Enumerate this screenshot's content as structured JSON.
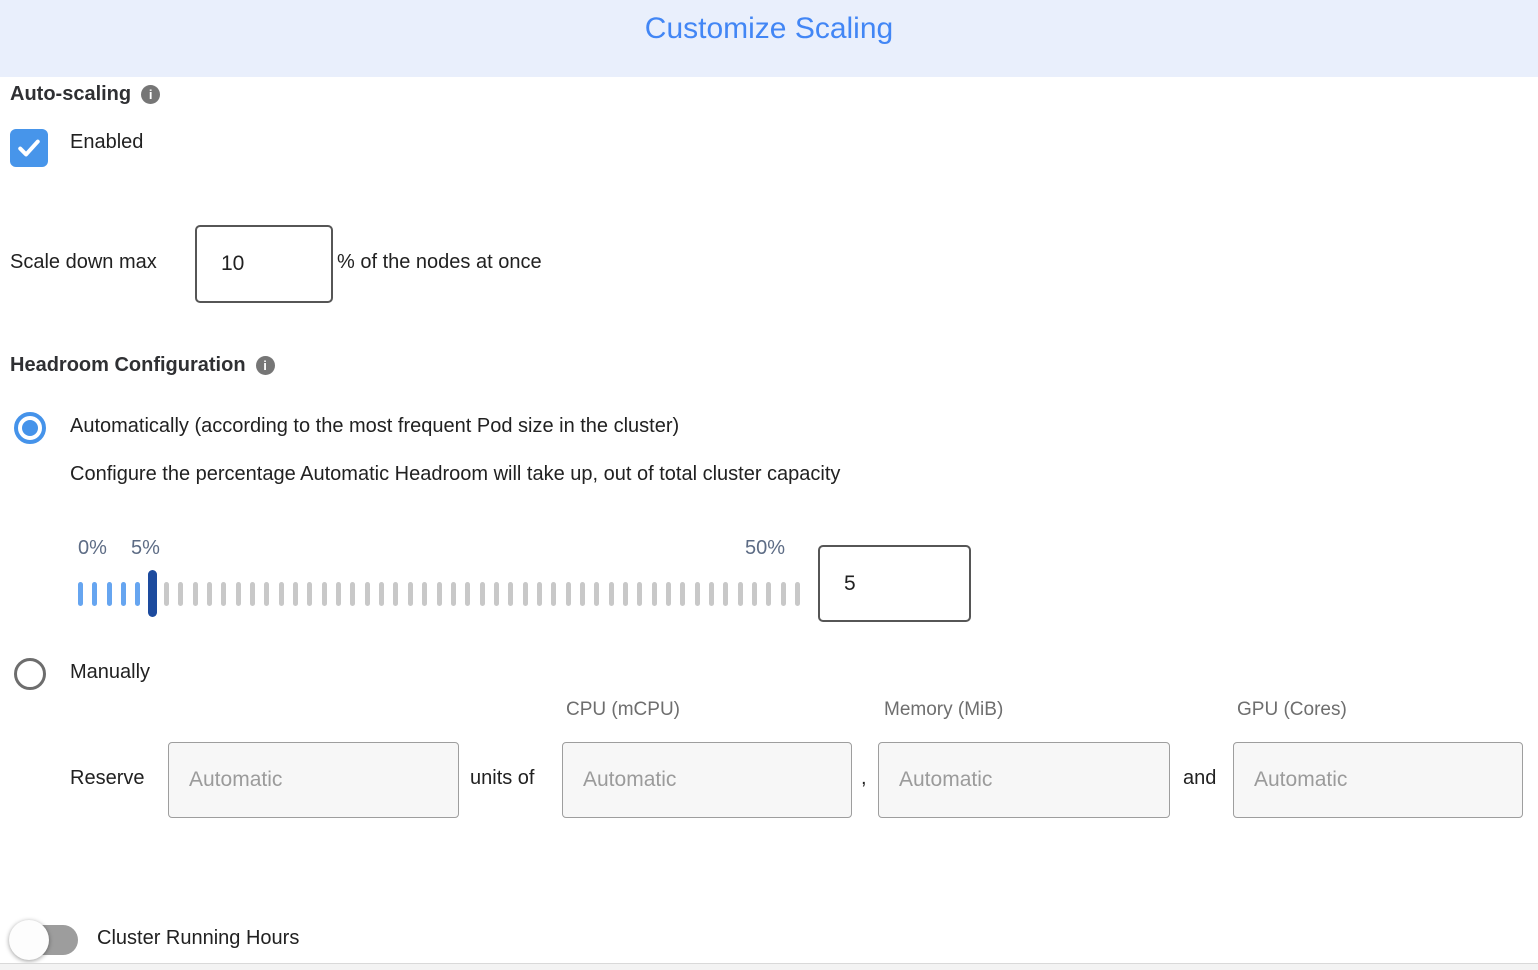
{
  "header": {
    "title": "Customize Scaling",
    "title_color": "#4286f5",
    "background": "#e9effc"
  },
  "auto_scaling": {
    "label": "Auto-scaling",
    "info_icon": "info-icon",
    "checkbox": {
      "checked": true,
      "label": "Enabled",
      "color": "#4795ea"
    }
  },
  "scale_down": {
    "prefix": "Scale down max",
    "value": "10",
    "suffix": "% of the nodes at once"
  },
  "headroom": {
    "label": "Headroom Configuration",
    "info_icon": "info-icon",
    "automatic_option": {
      "selected": true,
      "label": "Automatically (according to the most frequent Pod size in the cluster)",
      "description": "Configure the percentage Automatic Headroom will take up, out of total cluster capacity"
    },
    "slider": {
      "min": 0,
      "max": 50,
      "value": 5,
      "min_label": "0%",
      "value_label": "5%",
      "max_label": "50%",
      "active_tick_color": "#66a5f0",
      "inactive_tick_color": "#c8c8c8",
      "handle_color": "#1d4b9e"
    },
    "percentage_input": "5",
    "manual_option": {
      "selected": false,
      "label": "Manually"
    },
    "manual_fields": {
      "reserve_label": "Reserve",
      "units_of_label": "units of",
      "comma": ",",
      "and_label": "and",
      "columns": [
        "CPU (mCPU)",
        "Memory (MiB)",
        "GPU (Cores)"
      ],
      "placeholders": [
        "Automatic",
        "Automatic",
        "Automatic",
        "Automatic"
      ]
    }
  },
  "cluster_running_hours": {
    "label": "Cluster Running Hours",
    "enabled": false
  }
}
